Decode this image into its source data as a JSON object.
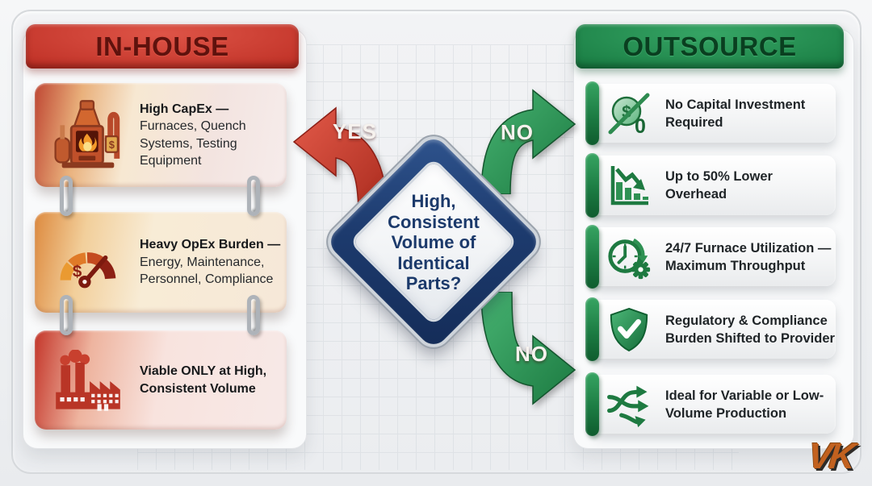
{
  "left_panel": {
    "header": "IN-HOUSE",
    "cards": [
      {
        "icon": "furnace-icon",
        "title": "High CapEx —",
        "detail": "Furnaces, Quench Systems, Testing Equipment"
      },
      {
        "icon": "gauge-icon",
        "title": "Heavy OpEx Burden —",
        "detail": "Energy, Maintenance, Personnel, Compliance"
      },
      {
        "icon": "factory-icon",
        "title": "Viable ONLY at High, Consistent Volume",
        "detail": ""
      }
    ]
  },
  "decision": {
    "question": "High, Consistent Volume of Identical Parts?",
    "yes_label": "YES",
    "no_top_label": "NO",
    "no_bottom_label": "NO"
  },
  "right_panel": {
    "header": "OUTSOURCE",
    "cards": [
      {
        "icon": "dollar-slash-icon",
        "text": "No Capital Investment Required"
      },
      {
        "icon": "declining-chart-icon",
        "text": "Up to 50% Lower Overhead"
      },
      {
        "icon": "clock-gear-icon",
        "text": "24/7 Furnace Utilization — Maximum Throughput"
      },
      {
        "icon": "shield-check-icon",
        "text": "Regulatory & Compliance Burden Shifted to Provider"
      },
      {
        "icon": "shuffle-arrows-icon",
        "text": "Ideal for Variable or Low-Volume Production"
      }
    ]
  },
  "watermark": "VK",
  "colors": {
    "in_house_red": "#c13328",
    "outsource_green": "#1b7f45",
    "decision_navy": "#1c3a6b",
    "yes_arrow_red": "#c23527",
    "no_arrow_green": "#2e8f52",
    "watermark_orange": "#c2611f"
  }
}
